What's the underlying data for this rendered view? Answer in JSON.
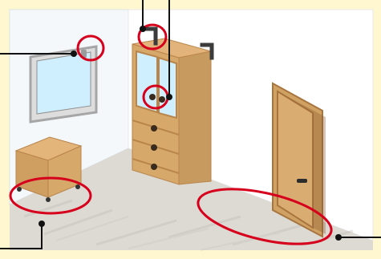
{
  "scene": {
    "colors": {
      "frame_bg": "#fff7cf",
      "wall_left": "#f7fbff",
      "wall_right": "#ffffff",
      "floor": "#ddd9d3",
      "wood": "#d6a86a",
      "wood_dark": "#b9854b",
      "callout_red": "#d6001c",
      "leader_line": "#111111",
      "glass": "#cfefff"
    },
    "callouts": [
      {
        "name": "window-latch-callout",
        "target": "window-latch"
      },
      {
        "name": "cabinet-top-bracket-callout",
        "target": "wall-bracket"
      },
      {
        "name": "cabinet-knobs-callout",
        "target": "cabinet-knobs"
      },
      {
        "name": "stool-casters-callout",
        "target": "stool-casters"
      },
      {
        "name": "door-swing-area-callout",
        "target": "door-swing-area"
      }
    ]
  }
}
